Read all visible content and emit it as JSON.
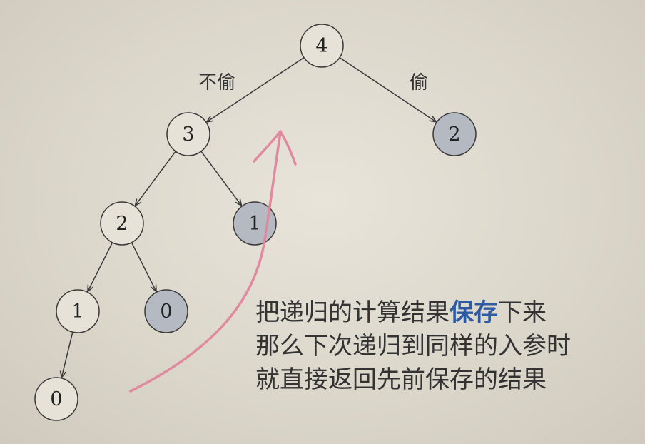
{
  "edge_labels": {
    "left": "不偷",
    "right": "偷"
  },
  "nodes": [
    {
      "id": "n4",
      "value": "4",
      "memo": false
    },
    {
      "id": "n3",
      "value": "3",
      "memo": false
    },
    {
      "id": "n2r",
      "value": "2",
      "memo": true
    },
    {
      "id": "n2",
      "value": "2",
      "memo": false
    },
    {
      "id": "n1r",
      "value": "1",
      "memo": true
    },
    {
      "id": "n1",
      "value": "1",
      "memo": false
    },
    {
      "id": "n0r",
      "value": "0",
      "memo": true
    },
    {
      "id": "n0",
      "value": "0",
      "memo": false
    }
  ],
  "edges": [
    {
      "from": "n4",
      "to": "n3"
    },
    {
      "from": "n4",
      "to": "n2r"
    },
    {
      "from": "n3",
      "to": "n2"
    },
    {
      "from": "n3",
      "to": "n1r"
    },
    {
      "from": "n2",
      "to": "n1"
    },
    {
      "from": "n2",
      "to": "n0r"
    },
    {
      "from": "n1",
      "to": "n0"
    }
  ],
  "caption": {
    "line1_a": "把递归的计算结果",
    "line1_highlight": "保存",
    "line1_b": "下来",
    "line2": "那么下次递归到同样的入参时",
    "line3": "就直接返回先前保存的结果"
  },
  "colors": {
    "node_fill": "#e6e2d7",
    "memo_fill": "#b5b9c2",
    "stroke": "#3a3a3a",
    "arrow_annotation": "#e08aa0",
    "highlight": "#2d5aa3"
  }
}
